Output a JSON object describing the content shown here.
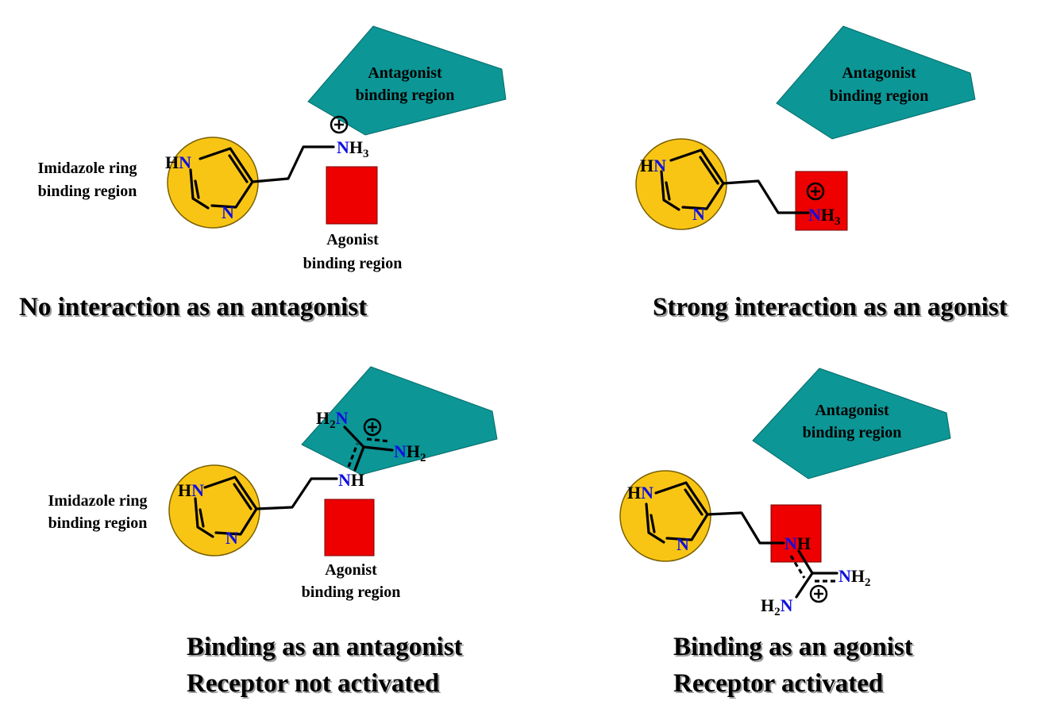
{
  "colors": {
    "imidazole_region": "#f9c515",
    "antagonist_region": "#0c9696",
    "agonist_region": "#ee0000",
    "nitrogen": "#1010e0"
  },
  "panels": {
    "top_left": {
      "antagonist_label_1": "Antagonist",
      "antagonist_label_2": "binding region",
      "imidazole_label_1": "Imidazole ring",
      "imidazole_label_2": "binding region",
      "agonist_label_1": "Agonist",
      "agonist_label_2": "binding region",
      "caption": "No interaction as an antagonist"
    },
    "top_right": {
      "antagonist_label_1": "Antagonist",
      "antagonist_label_2": "binding region",
      "caption": "Strong interaction as an agonist"
    },
    "bottom_left": {
      "imidazole_label_1": "Imidazole ring",
      "imidazole_label_2": "binding region",
      "agonist_label_1": "Agonist",
      "agonist_label_2": "binding region",
      "caption_1": "Binding as an antagonist",
      "caption_2": "Receptor not activated"
    },
    "bottom_right": {
      "antagonist_label_1": "Antagonist",
      "antagonist_label_2": "binding region",
      "caption_1": "Binding as an agonist",
      "caption_2": "Receptor activated"
    }
  },
  "atoms": {
    "ring_hn_h": "H",
    "ring_hn_n": "N",
    "ring_n": "N",
    "nh3_n": "N",
    "nh3_h": "H",
    "nh3_sub": "3",
    "nh_n": "N",
    "nh_h": "H",
    "nh2_n": "N",
    "nh2_h": "H",
    "nh2_sub": "2",
    "h2n_h": "H",
    "h2n_sub": "2",
    "h2n_n": "N",
    "plus": "+"
  }
}
